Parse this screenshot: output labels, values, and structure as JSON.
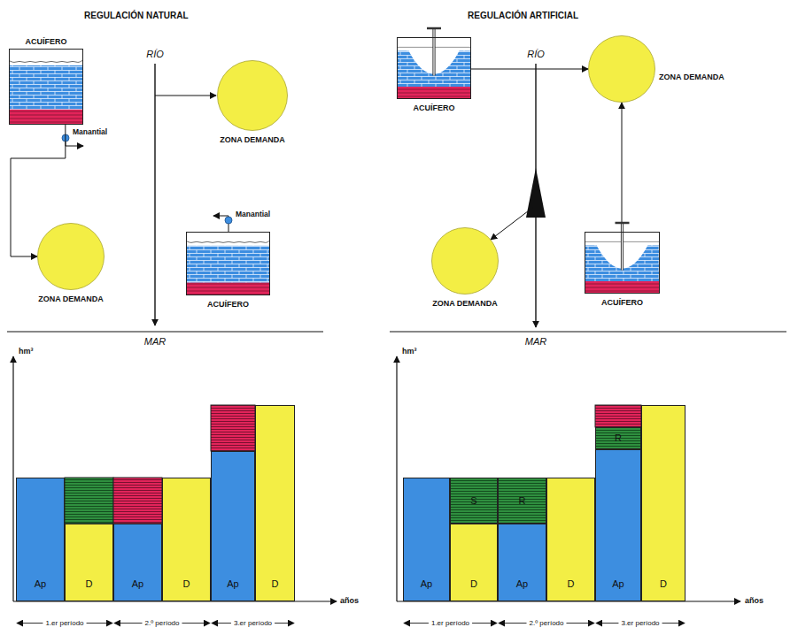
{
  "diagram": {
    "nodes": [
      {
        "text": [
          "ACUÍFERO"
        ]
      },
      {
        "text": [
          "ZONA DEMANDA"
        ]
      },
      {
        "text": [
          "ZONA DEMANDA"
        ]
      },
      {
        "text": [
          "ACUÍFERO"
        ]
      },
      {
        "text": [
          "ACUÍFERO"
        ]
      },
      {
        "text": [
          "ZONA DEMANDA"
        ]
      },
      {
        "text": [
          "ZONA DEMANDA"
        ]
      },
      {
        "text": [
          "ACUÍFERO"
        ]
      },
      {
        "text": [
          "Ap"
        ]
      },
      {
        "text": [
          "D"
        ]
      },
      {
        "text": [
          "Ap"
        ]
      },
      {
        "text": [
          "D"
        ]
      },
      {
        "text": [
          "Ap"
        ]
      },
      {
        "text": [
          "D"
        ]
      },
      {
        "text": [
          "Ap"
        ]
      },
      {
        "text": [
          "S"
        ]
      },
      {
        "text": [
          "D"
        ]
      },
      {
        "text": [
          "R"
        ]
      },
      {
        "text": [
          "Ap"
        ]
      },
      {
        "text": [
          "D"
        ]
      },
      {
        "text": [
          "R"
        ]
      },
      {
        "text": [
          "Ap"
        ]
      },
      {
        "text": [
          "D"
        ]
      }
    ],
    "edges": [
      {
        "from": 0,
        "to": 2,
        "arrow": "to"
      },
      {
        "from": 4,
        "to": 5,
        "arrow": "to"
      },
      {
        "from": 7,
        "to": 5,
        "arrow": "to"
      }
    ],
    "labels": [
      "REGULACIÓN NATURAL",
      "REGULACIÓN ARTIFICIAL",
      "RÍO",
      "RÍO",
      "MAR",
      "MAR",
      "Manantial",
      "Manantial",
      "hm³",
      "hm³",
      "años",
      "años",
      "1.er período",
      "2.º período",
      "3.er período",
      "1.er período",
      "2.º período",
      "3.er período"
    ]
  }
}
